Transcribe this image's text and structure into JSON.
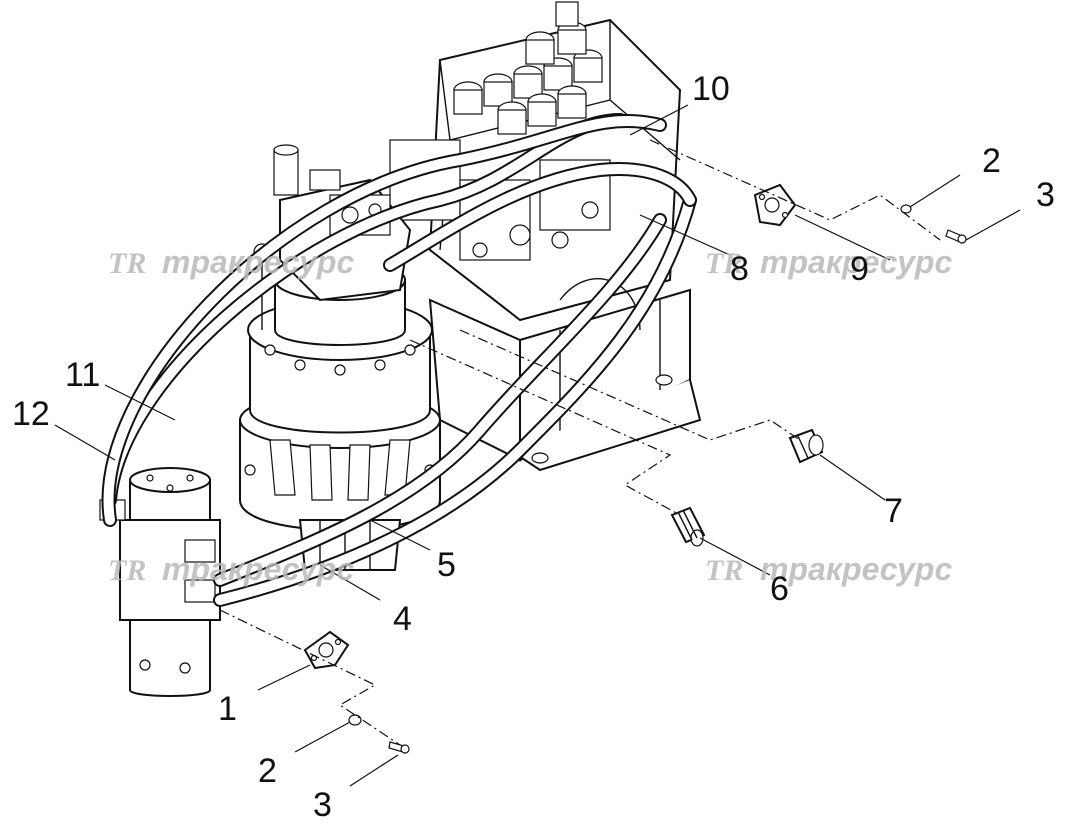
{
  "labels": {
    "p1": "1",
    "p2a": "2",
    "p2b": "2",
    "p3a": "3",
    "p3b": "3",
    "p4": "4",
    "p5": "5",
    "p6": "6",
    "p7": "7",
    "p8": "8",
    "p9": "9",
    "p10": "10",
    "p11": "11",
    "p12": "12"
  },
  "watermark": {
    "logo": "TR",
    "text": "тракресурс"
  },
  "colors": {
    "line": "#111111",
    "watermark": "#b9b9b9",
    "background": "#ffffff"
  }
}
